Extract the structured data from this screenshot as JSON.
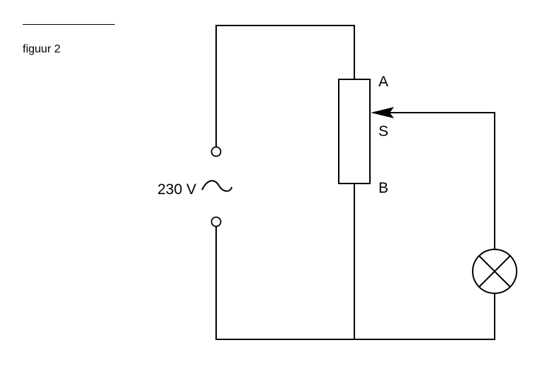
{
  "figure": {
    "caption": "figuur 2"
  },
  "source": {
    "voltage_label": "230 V",
    "symbol": "ac-tilde-icon"
  },
  "rheostat": {
    "terminal_top": "A",
    "wiper": "S",
    "terminal_bottom": "B"
  },
  "lamp": {
    "symbol": "lamp-cross-icon"
  }
}
